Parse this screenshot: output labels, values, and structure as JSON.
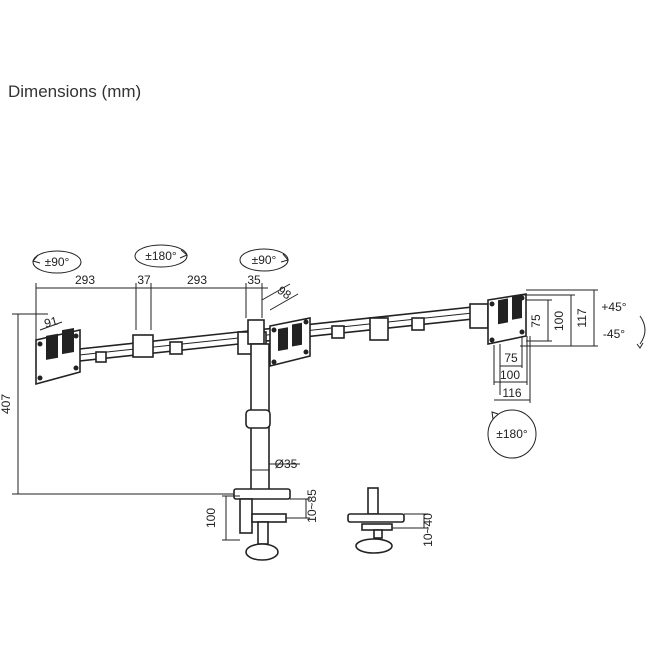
{
  "title": "Dimensions (mm)",
  "dimensions": {
    "arm_left": "293",
    "joint_left": "37",
    "arm_center": "293",
    "joint_right": "35",
    "plate_left_diag": "91",
    "plate_center_diag": "98",
    "pole_height": "407",
    "pole_diameter": "Ø35",
    "clamp_height": "100",
    "clamp_range": "10~85",
    "grommet_range": "10~40",
    "vesa_inner_v": "75",
    "vesa_outer_v": "100",
    "plate_height": "117",
    "vesa_inner_h": "75",
    "vesa_outer_h": "100",
    "plate_width": "116"
  },
  "rotations": {
    "left_rotate": "±90°",
    "middle_swivel": "±180°",
    "center_rotate": "±90°",
    "tilt_up": "+45°",
    "tilt_down": "-45°",
    "right_rotate": "±180°"
  }
}
